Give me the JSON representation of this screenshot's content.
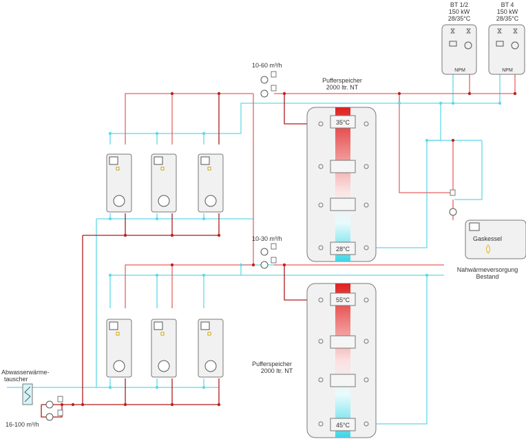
{
  "heat_pumps": {
    "bt12": {
      "name": "BT 1/2",
      "power": "150 kW",
      "temps": "28/35°C"
    },
    "bt4": {
      "name": "BT 4",
      "power": "150 kW",
      "temps": "28/35°C"
    },
    "npm_label": "NPM"
  },
  "flow_labels": {
    "upper_pump": "10-60 m³/h",
    "lower_pump": "10-30 m³/h",
    "wastewater_pump": "16-100 m³/h"
  },
  "buffer_upper": {
    "label_line1": "Pufferspeicher",
    "label_line2": "2000 ltr. NT",
    "top_temp": "35°C",
    "bottom_temp": "28°C"
  },
  "buffer_lower": {
    "label_line1": "Pufferspeicher",
    "label_line2": "2000 ltr. NT",
    "top_temp": "55°C",
    "bottom_temp": "45°C"
  },
  "gas_boiler": {
    "label": "Gaskessel"
  },
  "district_heating": {
    "line1": "Nahwärmeversorgung",
    "line2": "Bestand"
  },
  "wastewater_hx": {
    "line1": "Abwasserwärme-",
    "line2": "tauscher"
  },
  "colors": {
    "hot": "#e04040",
    "cold": "#5fd8e8",
    "dark_red": "#b01818",
    "unit_stroke": "#777777",
    "unit_fill": "#f1f1f1"
  }
}
